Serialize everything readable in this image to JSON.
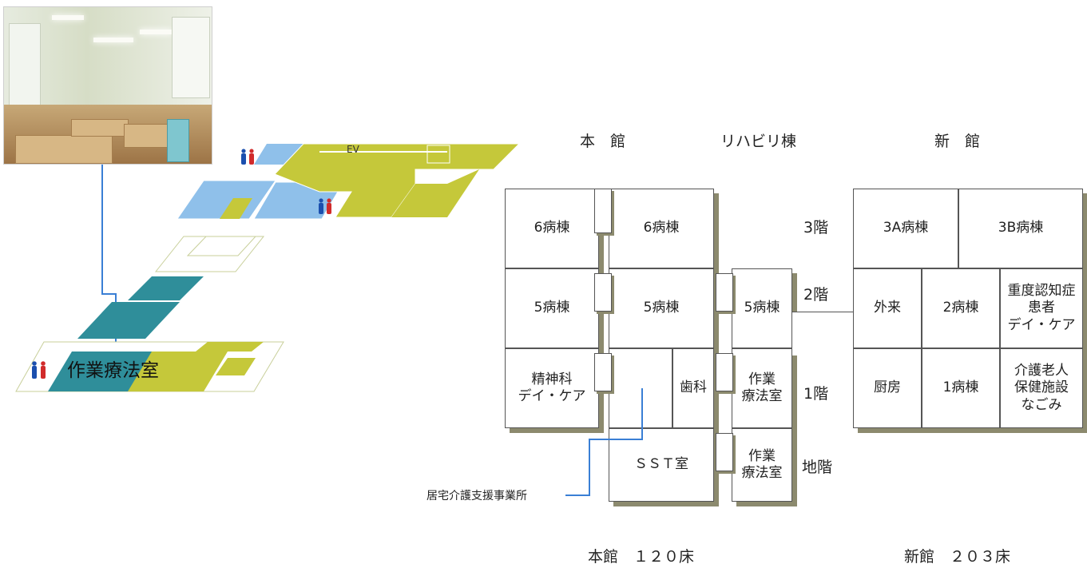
{
  "photo": {
    "name": "therapy-room-photo"
  },
  "iso": {
    "ev_label": "EV",
    "ot_room_label": "作業療法室"
  },
  "headers": {
    "main_bldg": "本　館",
    "rehab_bldg": "リハビリ棟",
    "new_bldg": "新　館"
  },
  "floors": {
    "f3": "3階",
    "f2": "2階",
    "f1": "1階",
    "b1": "地階"
  },
  "rooms": {
    "w6a": "6病棟",
    "w6b": "6病棟",
    "w3a": "3A病棟",
    "w3b": "3B病棟",
    "w5a": "5病棟",
    "w5b": "5病棟",
    "w5c": "5病棟",
    "outpatient": "外来",
    "w2": "2病棟",
    "dementia_l1": "重度認知症",
    "dementia_l2": "患者",
    "dementia_l3": "デイ・ケア",
    "psych_l1": "精神科",
    "psych_l2": "デイ・ケア",
    "dental": "歯科",
    "ot1_l1": "作業",
    "ot1_l2": "療法室",
    "kitchen": "厨房",
    "w1": "1病棟",
    "nursing_l1": "介護老人",
    "nursing_l2": "保健施設",
    "nursing_l3": "なごみ",
    "sst": "ＳＳＴ室",
    "ot2_l1": "作業",
    "ot2_l2": "療法室"
  },
  "callout": "居宅介護支援事業所",
  "totals": {
    "main": "本館　１２０床",
    "new": "新館　２０３床"
  },
  "colors": {
    "blue": "#8fc0ea",
    "yellow_green": "#c5c83a",
    "teal": "#2f8e9a",
    "line_blue": "#3a7fd5",
    "shadow": "#8c8a6e"
  }
}
